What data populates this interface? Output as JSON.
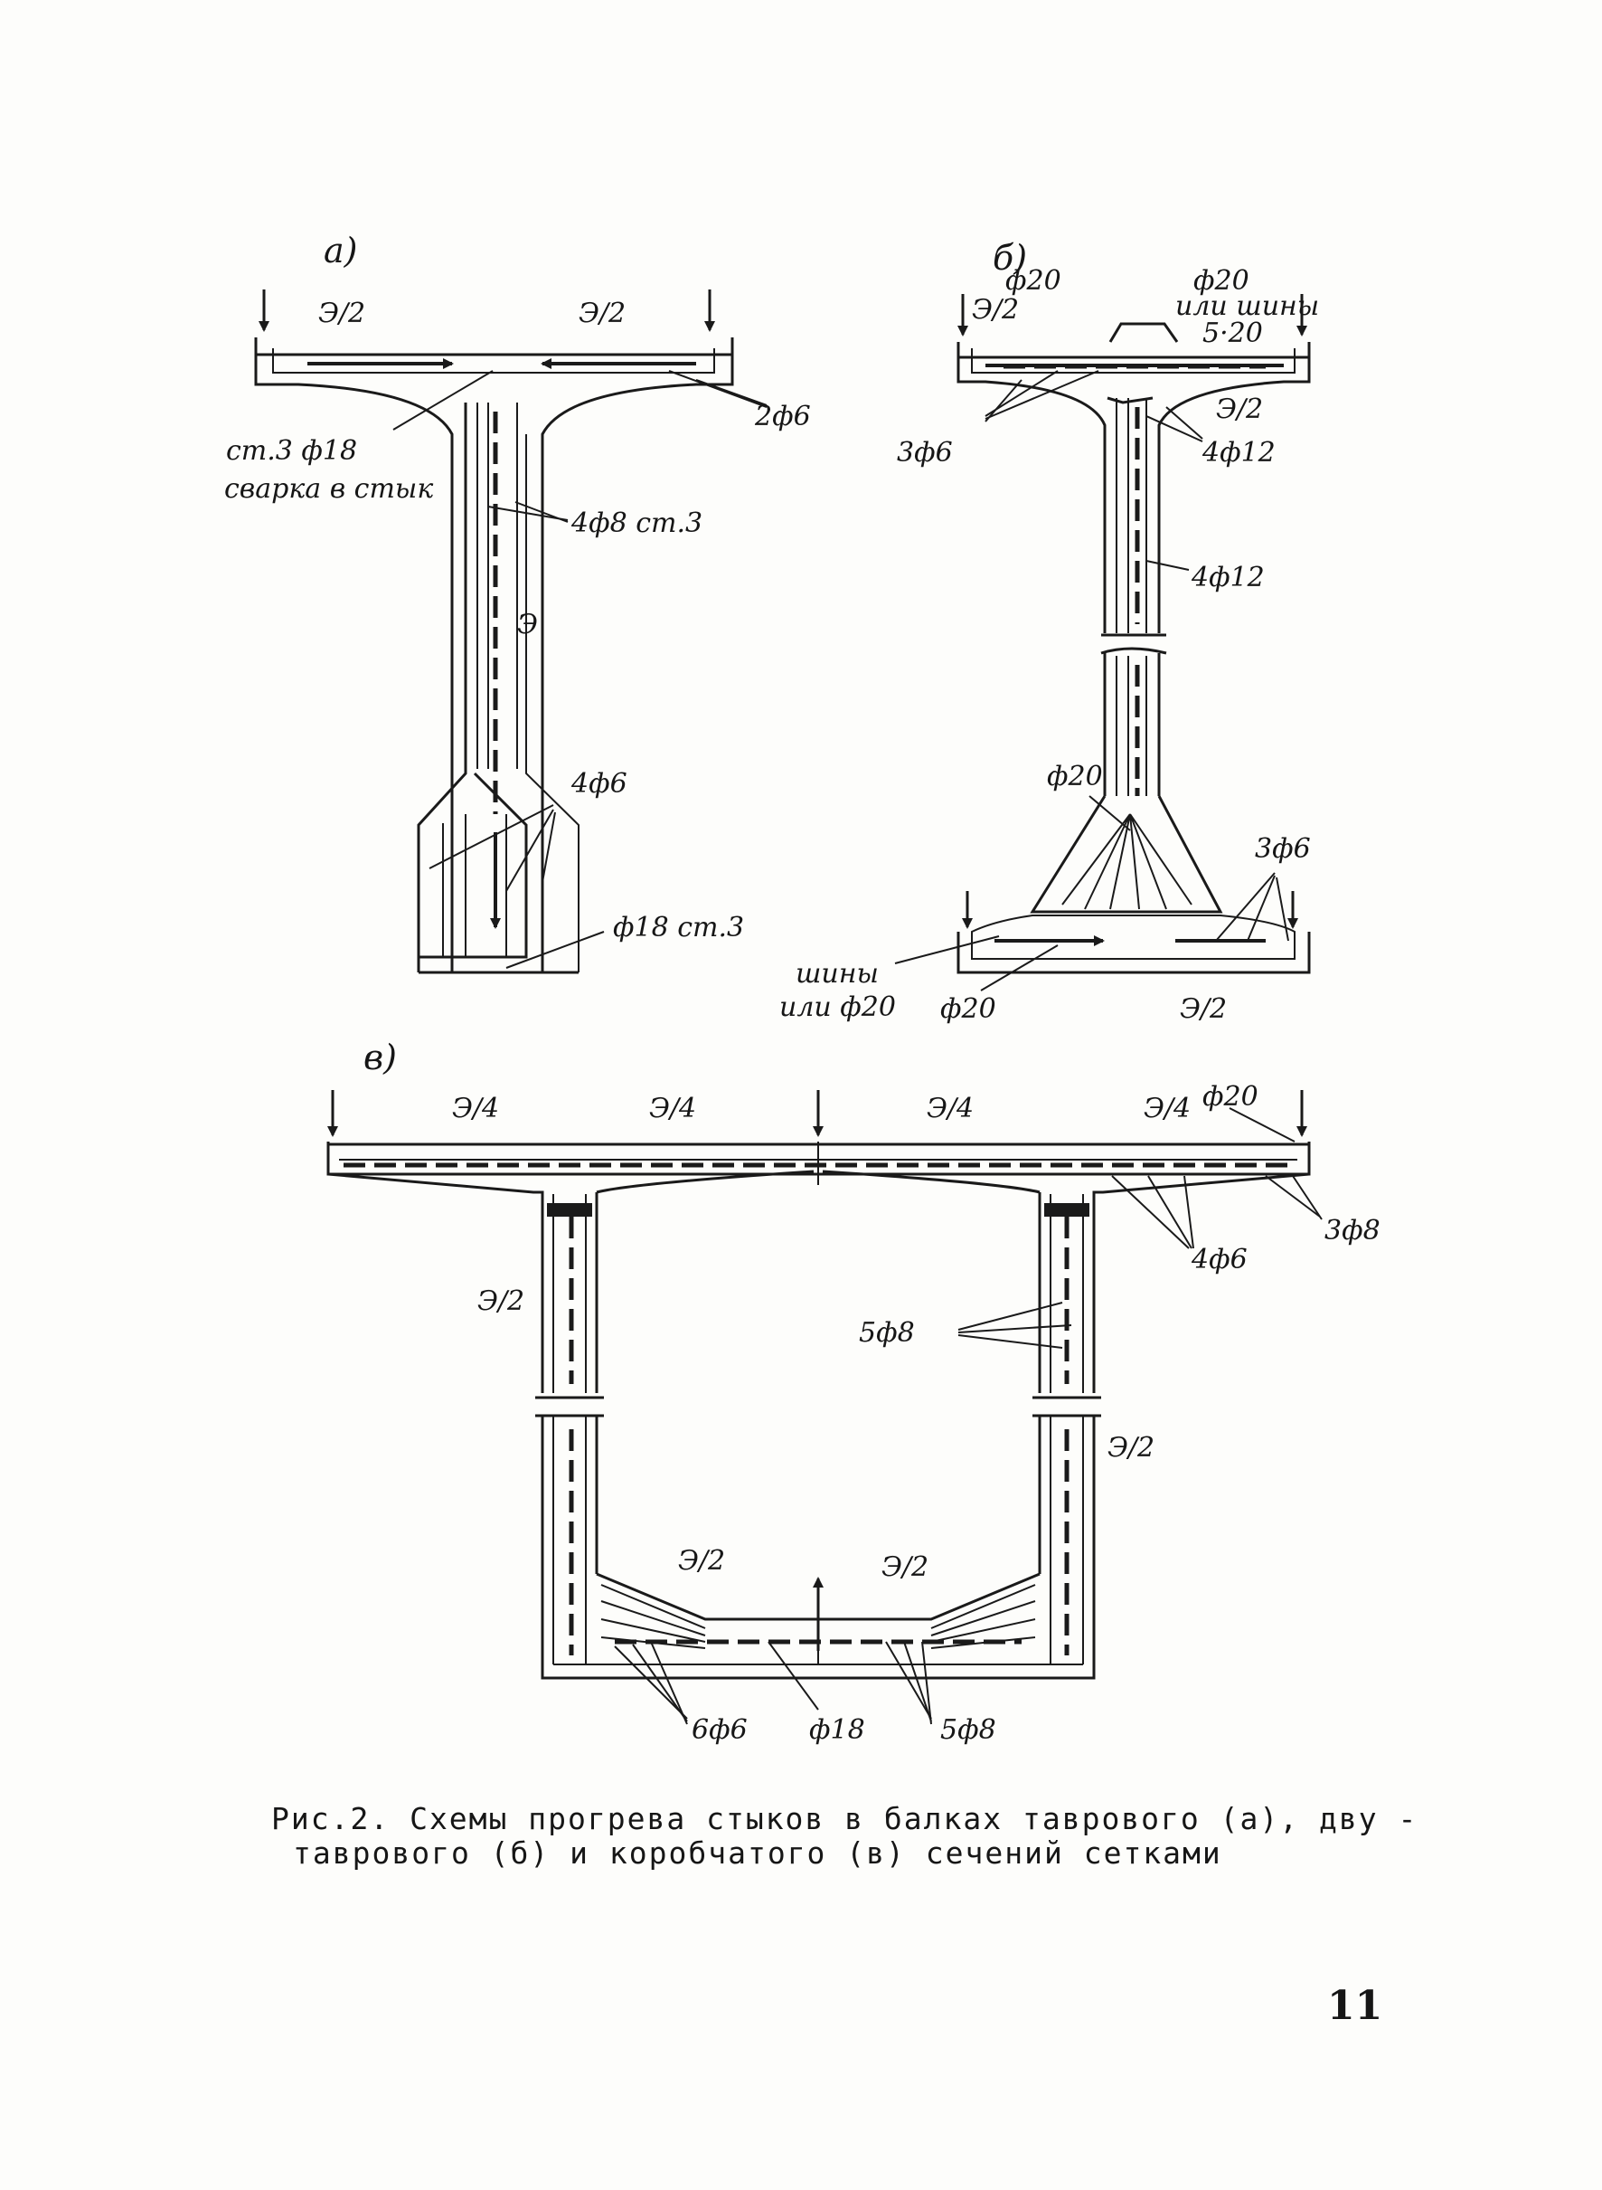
{
  "figure": {
    "panel_a": {
      "letter": "а)",
      "current_left": "Э/2",
      "current_right": "Э/2",
      "current_web": "Э",
      "bar_flange": "2ф6",
      "weld_note_1": "ст.3 ф18",
      "weld_note_2": "сварка в стык",
      "bar_web": "4ф8 ст.3",
      "bar_bulb": "4ф6",
      "bar_bottom": "ф18 ст.3"
    },
    "panel_b": {
      "letter": "б)",
      "bar_top_left": "ф20",
      "bar_top_right": "ф20",
      "bus_note_1": "или шины",
      "bus_note_2": "5·20",
      "current_top_left": "Э/2",
      "current_top_right": "Э/2",
      "bar_top_flange": "3ф6",
      "bar_web_top": "4ф12",
      "bar_web_mid": "4ф12",
      "bar_fan": "ф20",
      "bar_bottom_flange": "3ф6",
      "bus_bottom_1": "шины",
      "bus_bottom_2": "или ф20",
      "bar_bottom": "ф20",
      "current_bottom": "Э/2"
    },
    "panel_c": {
      "letter": "в)",
      "current_top_1": "Э/4",
      "current_top_2": "Э/4",
      "current_top_3": "Э/4",
      "current_top_4": "Э/4",
      "bar_top": "ф20",
      "bar_top_slab": "3ф8",
      "bar_haunch": "4ф6",
      "current_left_wall": "Э/2",
      "bar_wall": "5ф8",
      "current_right_wall": "Э/2",
      "current_bottom_left": "Э/2",
      "current_bottom_right": "Э/2",
      "bar_bottom_left": "6ф6",
      "bar_bottom_mid": "ф18",
      "bar_bottom_right": "5ф8"
    }
  },
  "caption": {
    "line1": "Рис.2. Схемы прогрева стыков в балках таврового (а), дву -",
    "line2": "таврового (б) и  коробчатого (в) сечений сетками"
  },
  "page_number": "11"
}
